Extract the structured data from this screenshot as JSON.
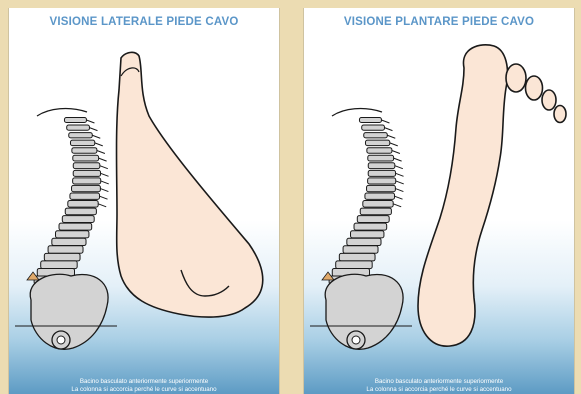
{
  "panels": [
    {
      "title": "VISIONE LATERALE PIEDE CAVO",
      "caption_line1": "Bacino basculato anteriormente superiormente",
      "caption_line2": "La colonna si accorcia perché le curve si accentuano"
    },
    {
      "title": "VISIONE PLANTARE PIEDE CAVO",
      "caption_line1": "Bacino basculato anteriormente superiormente",
      "caption_line2": "La colonna si accorcia perché le curve si accentuano"
    }
  ],
  "colors": {
    "background": "#ecdcb2",
    "title": "#5b96c8",
    "foot_skin": "#fbe6d6",
    "bone": "#d3d3d3",
    "outline": "#1a1a1a"
  },
  "icons": [
    "spine-skeleton-icon",
    "pelvis-icon",
    "lateral-foot-icon",
    "plantar-foot-icon"
  ]
}
